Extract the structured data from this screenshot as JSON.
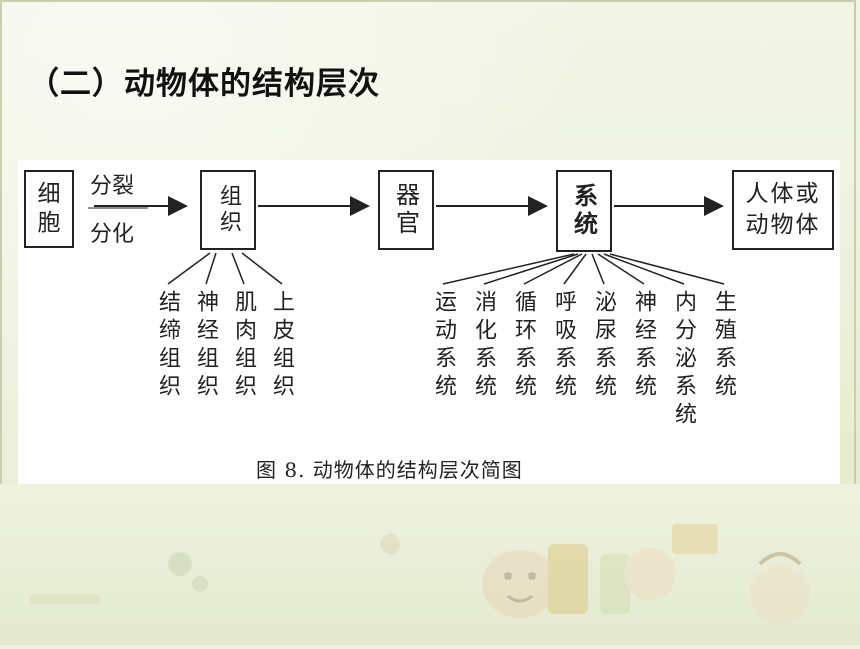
{
  "slide": {
    "title": "（二）动物体的结构层次",
    "caption": "图 8. 动物体的结构层次简图"
  },
  "diagram": {
    "cell": "细胞",
    "cell_l1": "细",
    "cell_l2": "胞",
    "arrow_top": "分裂",
    "arrow_bottom": "分化",
    "tissue": "组织",
    "organ": "器官",
    "system": "系统",
    "body_l1": "人体或",
    "body_l2": "动物体",
    "tissues": [
      "结缔组织",
      "神经组织",
      "肌肉组织",
      "上皮组织"
    ],
    "systems": [
      "运动系统",
      "消化系统",
      "循环系统",
      "呼吸系统",
      "泌尿系统",
      "神经系统",
      "内分泌系统",
      "生殖系统"
    ]
  }
}
